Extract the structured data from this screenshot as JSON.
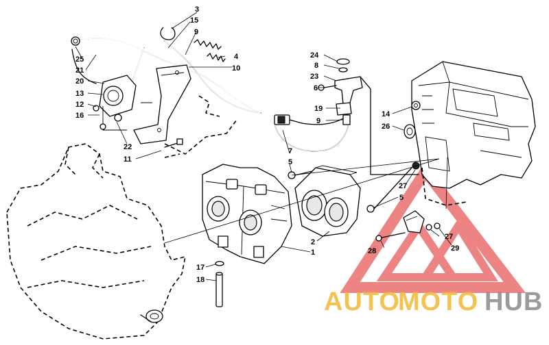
{
  "callouts": [
    {
      "id": "c3",
      "text": "3"
    },
    {
      "id": "c15",
      "text": "15"
    },
    {
      "id": "c9a",
      "text": "9"
    },
    {
      "id": "c4",
      "text": "4"
    },
    {
      "id": "c10",
      "text": "10"
    },
    {
      "id": "c25",
      "text": "25"
    },
    {
      "id": "c21",
      "text": "21"
    },
    {
      "id": "c20",
      "text": "20"
    },
    {
      "id": "c13",
      "text": "13"
    },
    {
      "id": "c12",
      "text": "12"
    },
    {
      "id": "c16",
      "text": "16"
    },
    {
      "id": "c22",
      "text": "22"
    },
    {
      "id": "c11",
      "text": "11"
    },
    {
      "id": "c24",
      "text": "24"
    },
    {
      "id": "c8",
      "text": "8"
    },
    {
      "id": "c23",
      "text": "23"
    },
    {
      "id": "c6",
      "text": "6"
    },
    {
      "id": "c19",
      "text": "19"
    },
    {
      "id": "c9b",
      "text": "9"
    },
    {
      "id": "c14",
      "text": "14"
    },
    {
      "id": "c26",
      "text": "26"
    },
    {
      "id": "c7",
      "text": "7"
    },
    {
      "id": "c5a",
      "text": "5"
    },
    {
      "id": "c27a",
      "text": "27"
    },
    {
      "id": "c5b",
      "text": "5"
    },
    {
      "id": "c2",
      "text": "2"
    },
    {
      "id": "c1",
      "text": "1"
    },
    {
      "id": "c17",
      "text": "17"
    },
    {
      "id": "c18",
      "text": "18"
    },
    {
      "id": "c28",
      "text": "28"
    },
    {
      "id": "c27b",
      "text": "27"
    },
    {
      "id": "c29",
      "text": "29"
    }
  ],
  "watermark": {
    "part1": "AUTO",
    "part2": "MOTO",
    "part3": "HUB",
    "color_red": "#e85c5c",
    "color_yellow": "#f2b833",
    "color_gray": "#8a8a8a"
  }
}
